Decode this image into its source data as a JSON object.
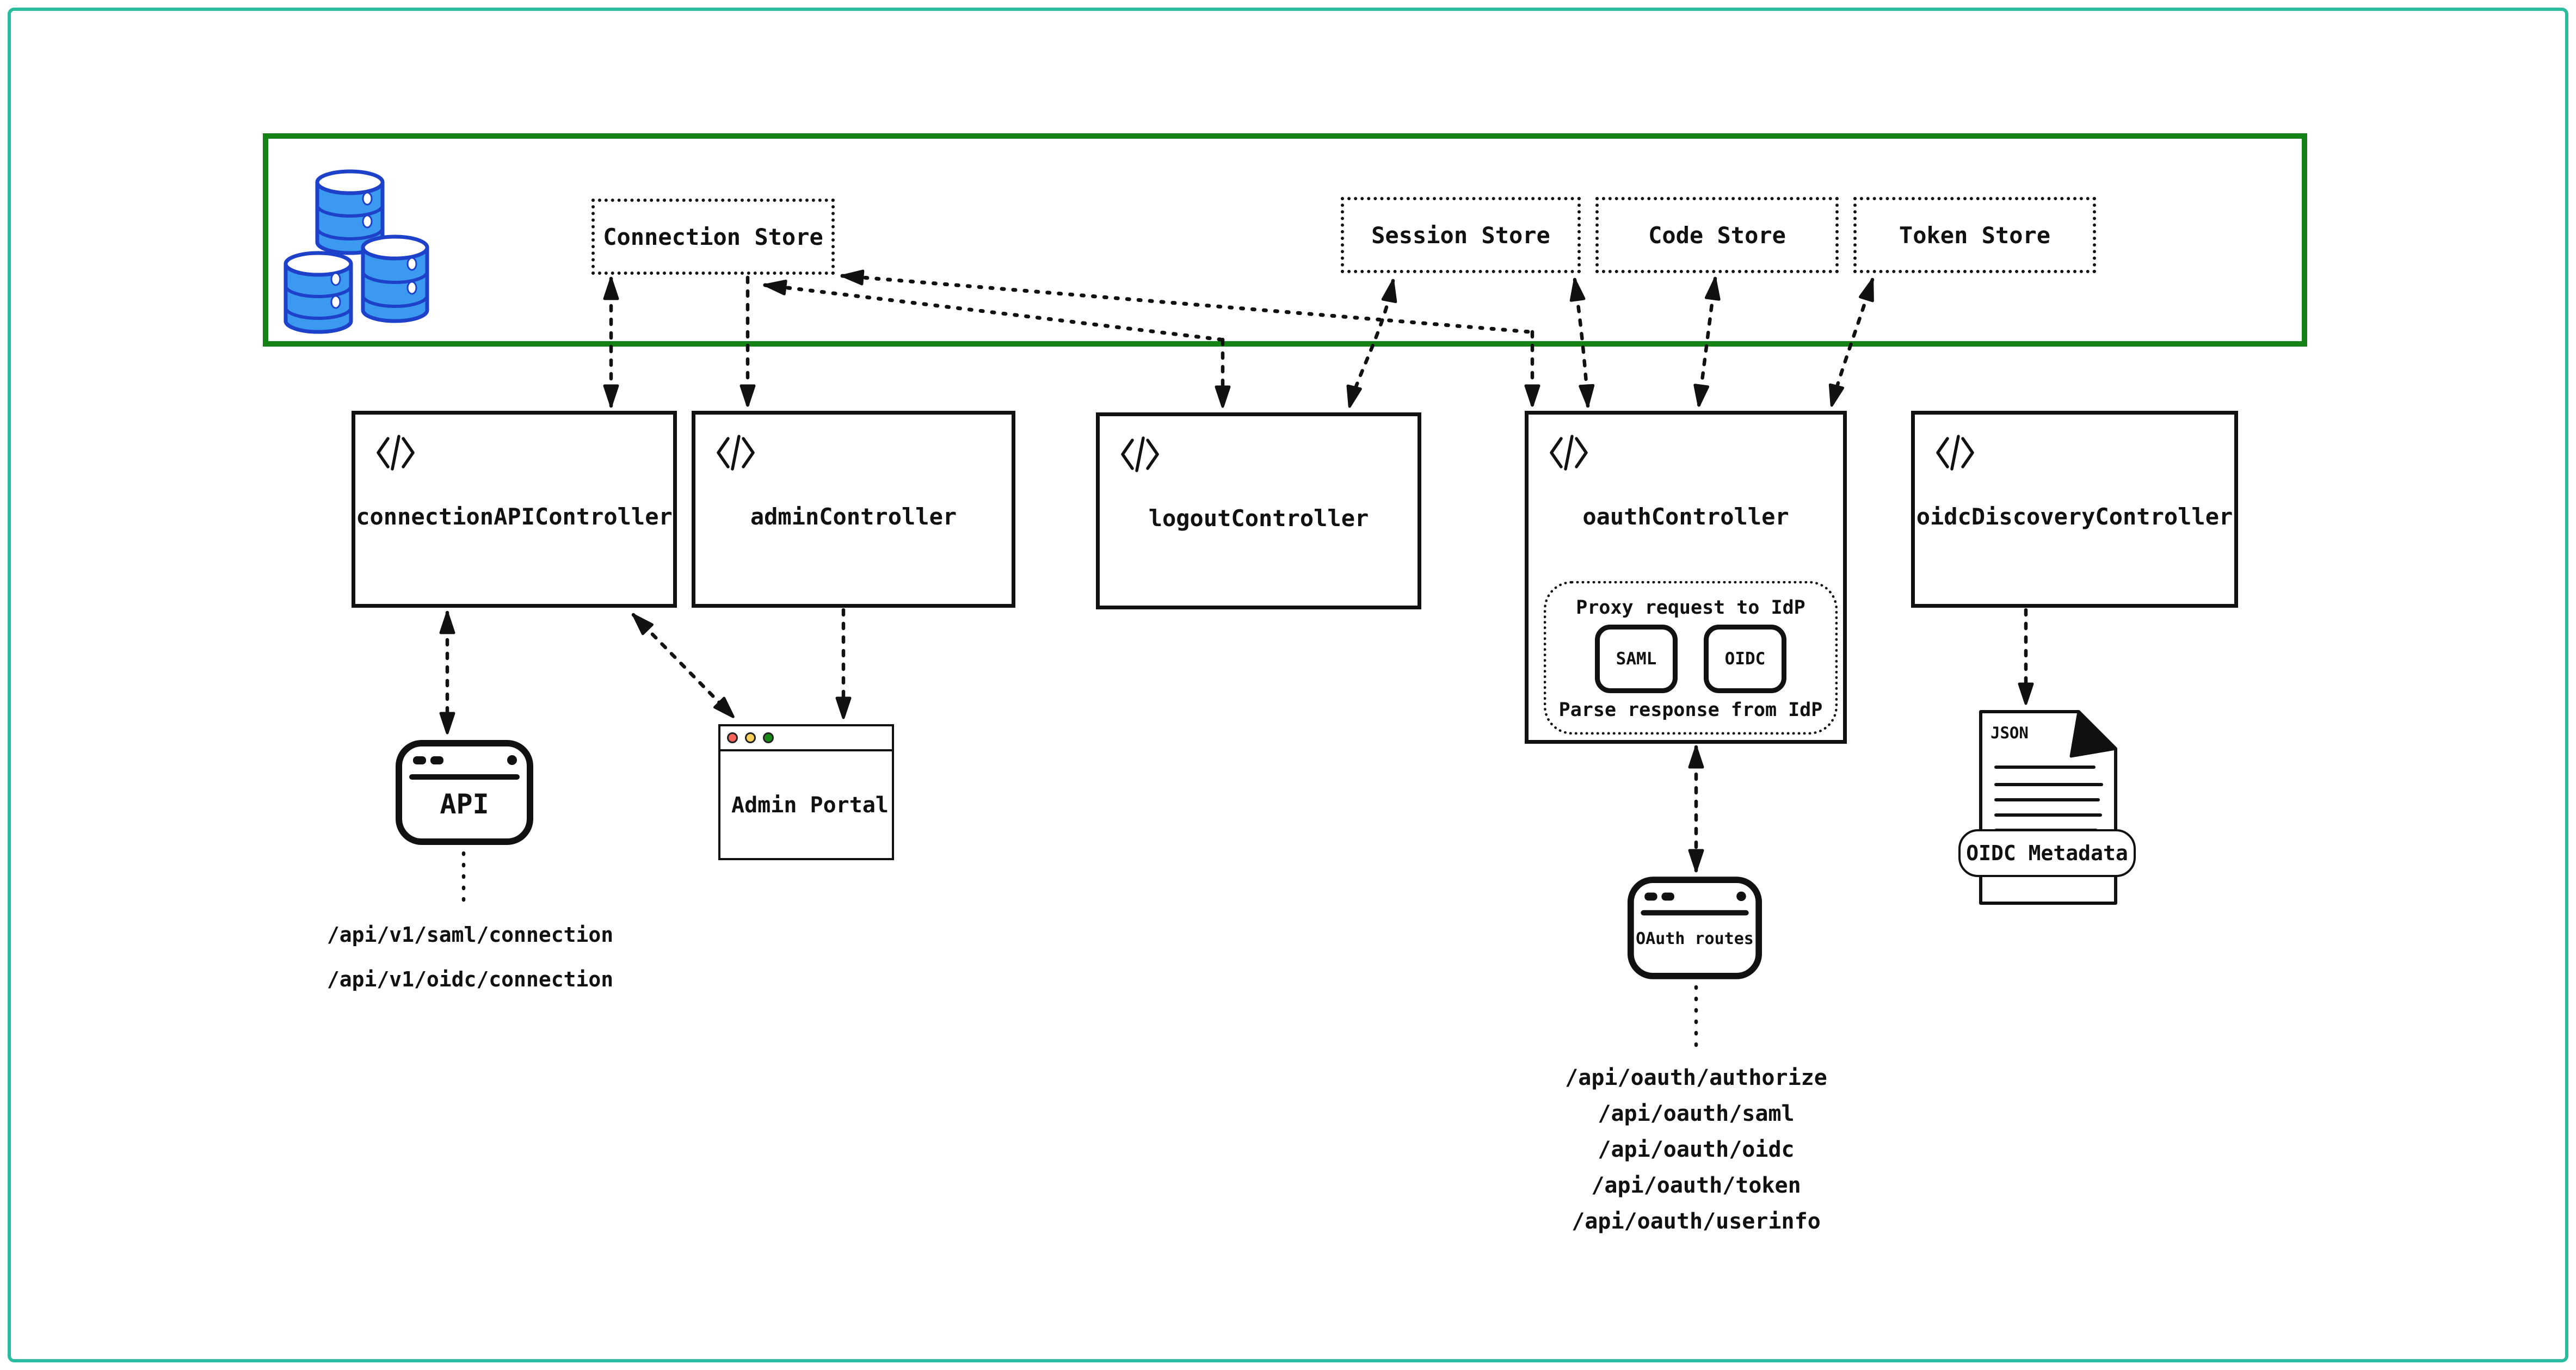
{
  "diagram": {
    "data_layer": {
      "stores": [
        {
          "label": "Connection Store"
        },
        {
          "label": "Session Store"
        },
        {
          "label": "Code Store"
        },
        {
          "label": "Token Store"
        }
      ]
    },
    "controllers": [
      {
        "label": "connectionAPIController"
      },
      {
        "label": "adminController"
      },
      {
        "label": "logoutController"
      },
      {
        "label": "oauthController"
      },
      {
        "label": "oidcDiscoveryController"
      }
    ],
    "oauth_internal": {
      "proxy_label": "Proxy request to IdP",
      "parse_label": "Parse response from IdP",
      "protocols": [
        {
          "label": "SAML"
        },
        {
          "label": "OIDC"
        }
      ]
    },
    "api_client": {
      "label": "API",
      "endpoints": [
        "/api/v1/saml/connection",
        "/api/v1/oidc/connection"
      ]
    },
    "admin_portal": {
      "label": "Admin Portal"
    },
    "oauth_routes_client": {
      "label": "OAuth routes",
      "endpoints": [
        "/api/oauth/authorize",
        "/api/oauth/saml",
        "/api/oauth/oidc",
        "/api/oauth/token",
        "/api/oauth/userinfo"
      ]
    },
    "oidc_metadata": {
      "doc_label": "JSON",
      "banner_label": "OIDC Metadata"
    },
    "colors": {
      "page_border": "#2abc9e",
      "data_layer_border": "#148214",
      "database_fill": "#3b99f0",
      "database_stroke": "#1d41c9",
      "window_dot_red": "#f4645c",
      "window_dot_yellow": "#f5d05c",
      "window_dot_green": "#188a18",
      "ink": "#111111"
    }
  }
}
